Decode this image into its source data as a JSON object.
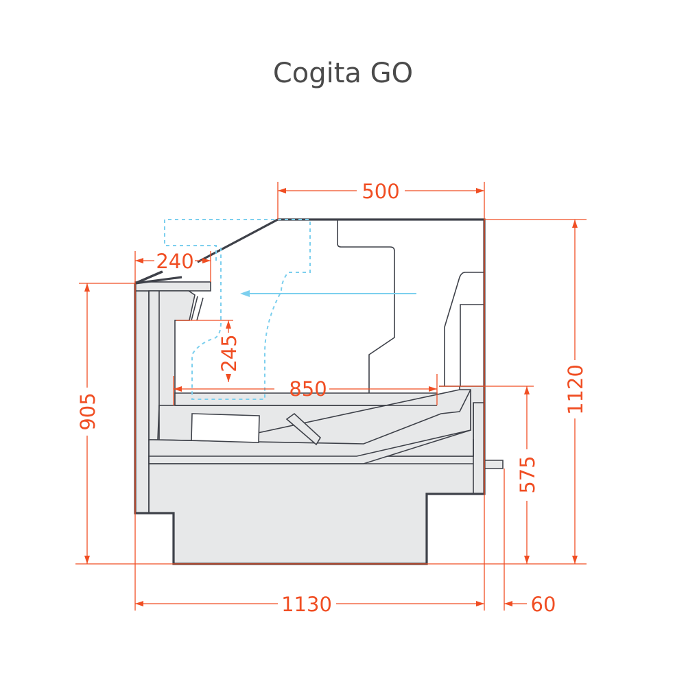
{
  "title": "Cogita GO",
  "dimensions": {
    "top_width": "500",
    "shelf_depth": "240",
    "shelf_height": "245",
    "tank_width": "850",
    "counter_height": "905",
    "total_height": "1120",
    "deck_height": "575",
    "total_depth": "1130",
    "handle_depth": "60"
  },
  "colors": {
    "dimension": "#f04e23",
    "outline": "#3e4149",
    "fill": "#e7e8e9",
    "product": "#7ccfee",
    "title": "#4a4a4a"
  }
}
